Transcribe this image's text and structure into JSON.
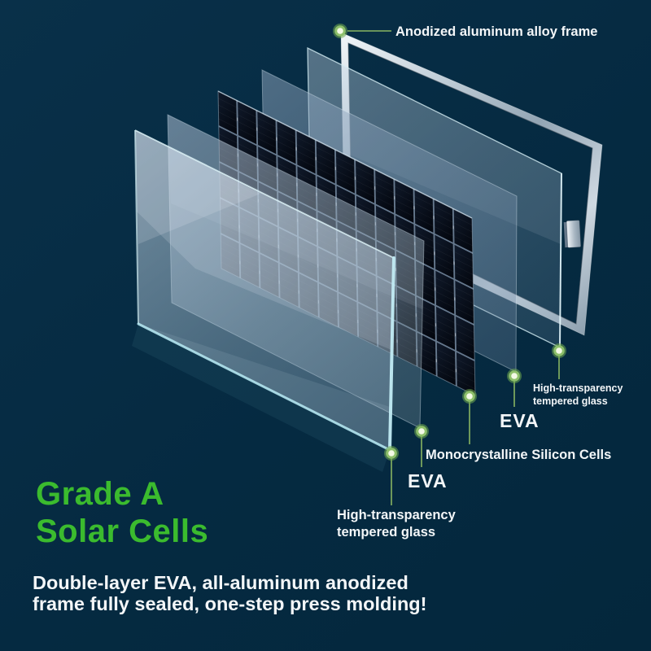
{
  "heading": {
    "line1": "Grade A",
    "line2": "Solar Cells"
  },
  "tagline": {
    "line1": "Double-layer EVA, all-aluminum anodized",
    "line2": "frame fully sealed, one-step press molding!"
  },
  "callouts": {
    "frame": "Anodized aluminum alloy frame",
    "glass_back": "High-transparency tempered glass",
    "eva_back": "EVA",
    "cells": "Monocrystalline Silicon Cells",
    "eva_front": "EVA",
    "glass_front": "High-transparency tempered glass"
  },
  "colors": {
    "background": "#062a40",
    "accent_green": "#3bbb2e",
    "label_text": "#f3f6f8",
    "callout_line": "#8fbd63",
    "callout_dot_ring": "#7cb55a",
    "callout_dot_center": "#f2f8e4",
    "frame_silver": "#c2cfd9",
    "cell_dark": "#060a12"
  }
}
